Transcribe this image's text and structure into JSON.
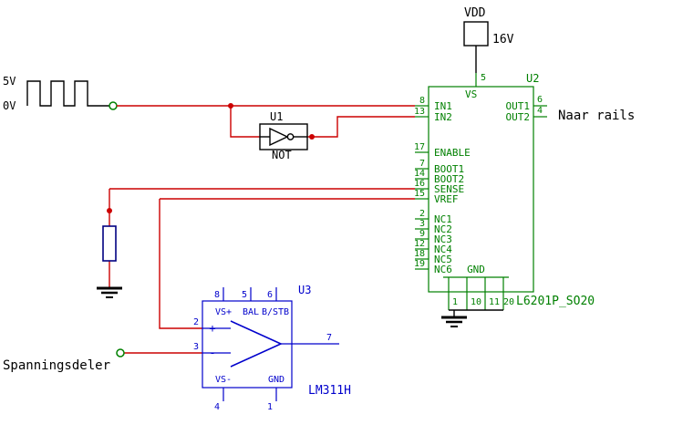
{
  "colors": {
    "wire_red": "#cc0000",
    "component_green": "#008000",
    "component_blue": "#0000cc",
    "resistor_navy": "#000080",
    "text_black": "#000000",
    "background": "#ffffff"
  },
  "source": {
    "high_label": "5V",
    "low_label": "0V"
  },
  "power": {
    "net": "VDD",
    "voltage": "16V"
  },
  "not_gate": {
    "ref": "U1",
    "type_label": "NOT"
  },
  "driver": {
    "ref": "U2",
    "part": "L6201P_SO20",
    "top_pin": {
      "number": "5",
      "label": "VS"
    },
    "left_pins": [
      {
        "number": "8",
        "label": "IN1"
      },
      {
        "number": "13",
        "label": "IN2"
      },
      {
        "number": "17",
        "label": "ENABLE"
      },
      {
        "number": "7",
        "label": "BOOT1"
      },
      {
        "number": "14",
        "label": "BOOT2"
      },
      {
        "number": "16",
        "label": "SENSE"
      },
      {
        "number": "15",
        "label": "VREF"
      },
      {
        "number": "2",
        "label": "NC1"
      },
      {
        "number": "3",
        "label": "NC2"
      },
      {
        "number": "9",
        "label": "NC3"
      },
      {
        "number": "12",
        "label": "NC4"
      },
      {
        "number": "18",
        "label": "NC5"
      },
      {
        "number": "19",
        "label": "NC6"
      }
    ],
    "right_pins": [
      {
        "number": "6",
        "label": "OUT1"
      },
      {
        "number": "4",
        "label": "OUT2"
      }
    ],
    "bottom": {
      "label": "GND",
      "numbers": [
        "1",
        "10",
        "11",
        "20"
      ]
    }
  },
  "comparator": {
    "ref": "U3",
    "part": "LM311H",
    "top_pins": [
      {
        "number": "8",
        "label": "VS+"
      },
      {
        "number": "5",
        "label": "BAL"
      },
      {
        "number": "6",
        "label": "B/STB"
      }
    ],
    "inputs": [
      {
        "number": "2",
        "polarity": "+"
      },
      {
        "number": "3",
        "polarity": "-"
      }
    ],
    "output": {
      "number": "7"
    },
    "bottom_pins": [
      {
        "number": "4",
        "label": "VS-"
      },
      {
        "number": "1",
        "label": "GND"
      }
    ]
  },
  "annotations": {
    "naar_rails": "Naar rails",
    "spanningsdeler": "Spanningsdeler"
  }
}
